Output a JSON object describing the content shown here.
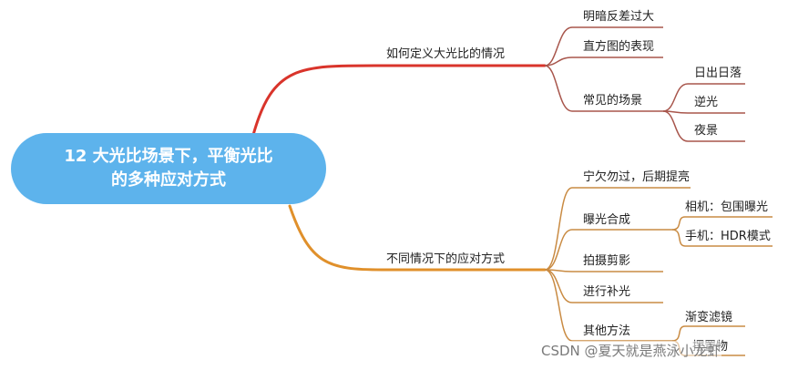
{
  "root": {
    "line1": "12 大光比场景下，平衡光比",
    "line2": "的多种应对方式"
  },
  "branches": [
    {
      "label": "如何定义大光比的情况",
      "color": "#d9342b",
      "children": [
        {
          "label": "明暗反差过大"
        },
        {
          "label": "直方图的表现"
        },
        {
          "label": "常见的场景",
          "children": [
            "日出日落",
            "逆光",
            "夜景"
          ]
        }
      ]
    },
    {
      "label": "不同情况下的应对方式",
      "color": "#e0902b",
      "children": [
        {
          "label": "宁欠勿过，后期提亮"
        },
        {
          "label": "曝光合成",
          "children": [
            "相机：包围曝光",
            "手机：HDR模式"
          ]
        },
        {
          "label": "拍摄剪影"
        },
        {
          "label": "进行补光"
        },
        {
          "label": "其他方法",
          "children": [
            "渐变滤镜",
            "摆置物"
          ]
        }
      ]
    }
  ],
  "colors": {
    "root_bg": "#5db3ec",
    "branch_top": "#d9342b",
    "branch_bottom": "#e0902b",
    "leaf_top": "#a8564c",
    "leaf_bottom": "#c98b43"
  },
  "watermark": "CSDN @夏天就是燕泳小龙虾"
}
